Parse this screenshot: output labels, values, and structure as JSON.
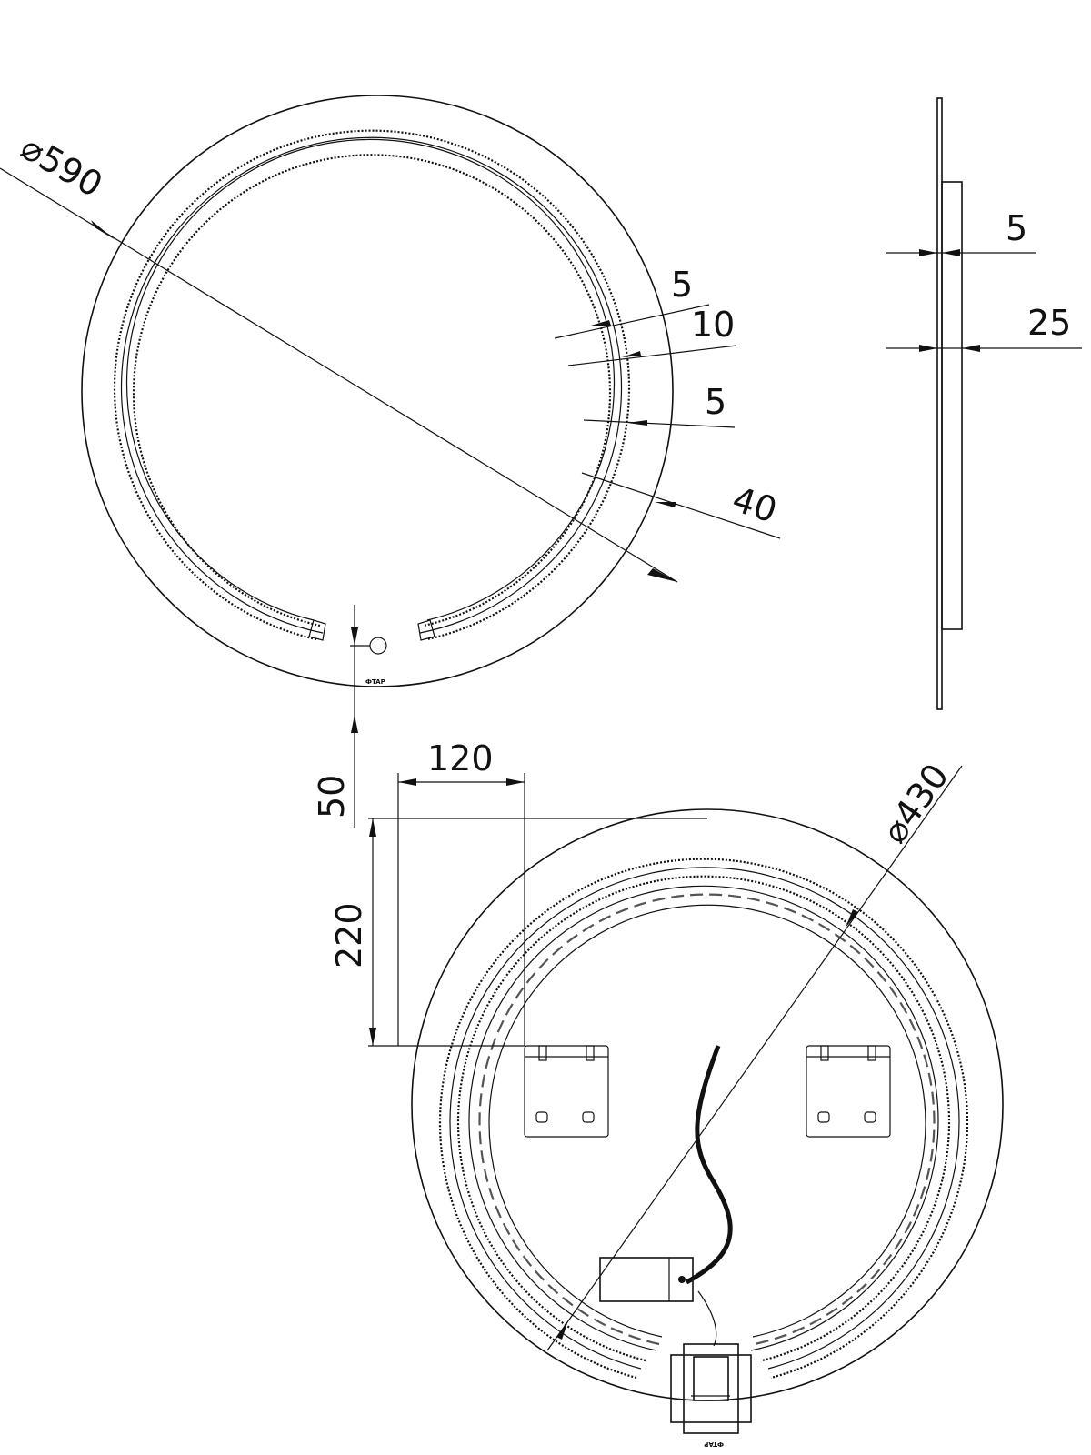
{
  "dimensions": {
    "outer_diameter": "590",
    "inner_diameter": "430",
    "led_offset_a": "5",
    "led_width": "10",
    "led_offset_b": "5",
    "edge_offset": "40",
    "frame_thickness": "5",
    "total_thickness": "25",
    "switch_offset": "50",
    "hanger_spacing": "120",
    "hanger_height": "220"
  },
  "labels": {
    "brand_front": "ФTAP",
    "brand_back": "ФTAP"
  }
}
